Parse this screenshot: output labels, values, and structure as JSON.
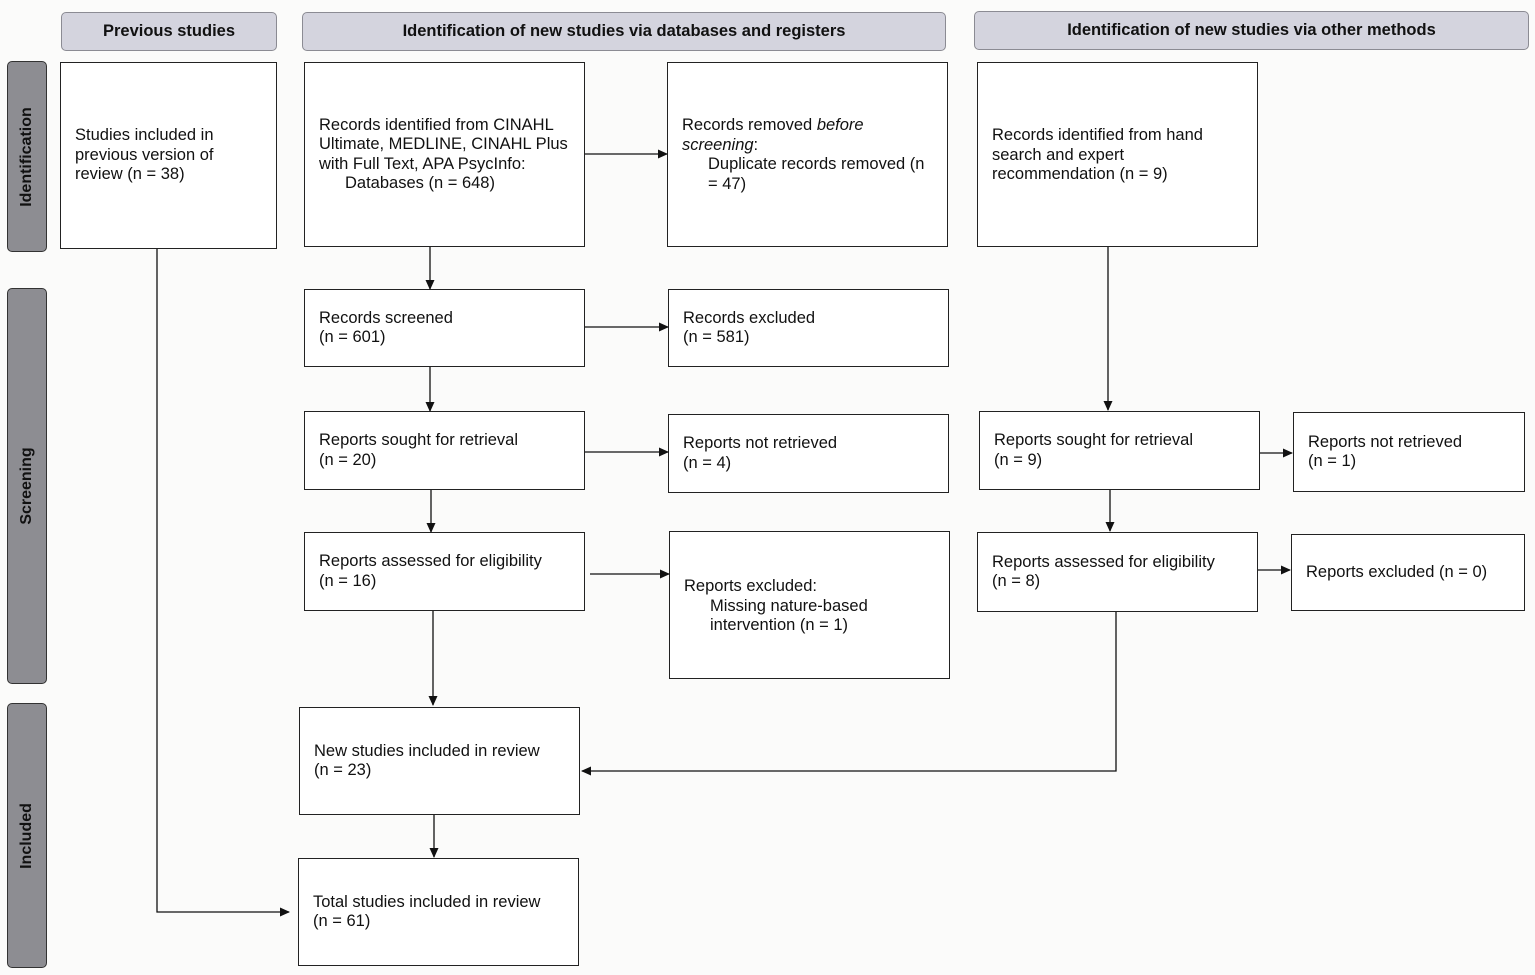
{
  "headers": {
    "previous": "Previous studies",
    "databases": "Identification of new studies via databases and registers",
    "other": "Identification of new studies via other methods"
  },
  "phases": {
    "identification": "Identification",
    "screening": "Screening",
    "included": "Included"
  },
  "previous": {
    "studies_included": "Studies included in previous version of review (n = 38)"
  },
  "databases": {
    "identified_line1": "Records identified from CINAHL Ultimate, MEDLINE, CINAHL Plus with Full Text, APA PsycInfo:",
    "identified_line2": "Databases (n = 648)",
    "removed_prefix": "Records removed ",
    "removed_italic": "before screening",
    "removed_suffix": ":",
    "removed_detail": "Duplicate records removed (n = 47)",
    "screened_label": "Records screened",
    "screened_n": "(n = 601)",
    "excluded_label": "Records excluded",
    "excluded_n": "(n = 581)",
    "sought_label": "Reports sought for retrieval",
    "sought_n": "(n = 20)",
    "not_retrieved_label": "Reports not retrieved",
    "not_retrieved_n": "(n = 4)",
    "assessed_label": "Reports assessed for eligibility",
    "assessed_n": "(n = 16)",
    "reports_excluded_label": "Reports excluded:",
    "reports_excluded_detail": "Missing nature-based intervention (n = 1)",
    "new_included_label": "New studies included in review",
    "new_included_n": "(n = 23)",
    "total_label": "Total studies included in review",
    "total_n": "(n = 61)"
  },
  "other": {
    "identified": "Records identified from hand search and expert recommendation (n = 9)",
    "sought_label": "Reports sought for retrieval",
    "sought_n": "(n = 9)",
    "not_retrieved_label": "Reports not retrieved",
    "not_retrieved_n": "(n = 1)",
    "assessed_label": "Reports assessed for eligibility",
    "assessed_n": "(n = 8)",
    "excluded": "Reports excluded (n = 0)"
  }
}
